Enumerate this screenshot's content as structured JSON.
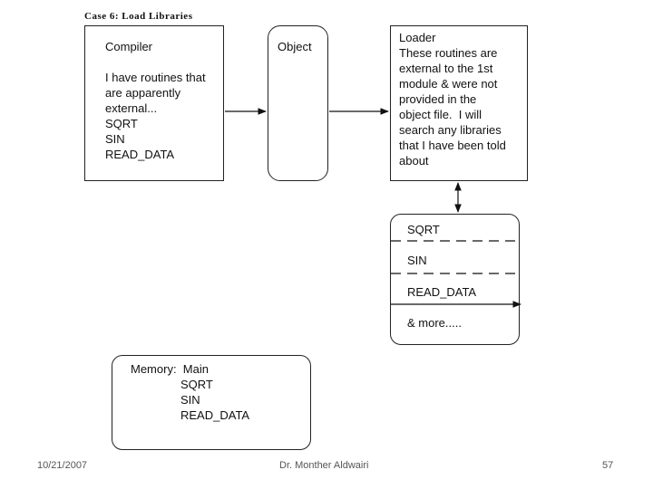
{
  "title": "Case 6: Load Libraries",
  "compiler": {
    "heading": "Compiler",
    "lines": [
      "I have routines that",
      "are apparently",
      "external...",
      "SQRT",
      "SIN",
      "READ_DATA"
    ]
  },
  "object": {
    "label": "Object"
  },
  "loader": {
    "lines": [
      "Loader",
      "These routines are",
      "external to the 1st",
      "module & were not",
      "provided in the",
      "object file.  I will",
      "search any libraries",
      "that I have been told",
      "about"
    ]
  },
  "library": {
    "items": [
      "SQRT",
      "SIN",
      "READ_DATA",
      "& more....."
    ]
  },
  "memory": {
    "heading": "Memory:  Main",
    "items": [
      "SQRT",
      "SIN",
      "READ_DATA"
    ]
  },
  "footer": {
    "date": "10/21/2007",
    "author": "Dr. Monther Aldwairi",
    "page": "57"
  }
}
